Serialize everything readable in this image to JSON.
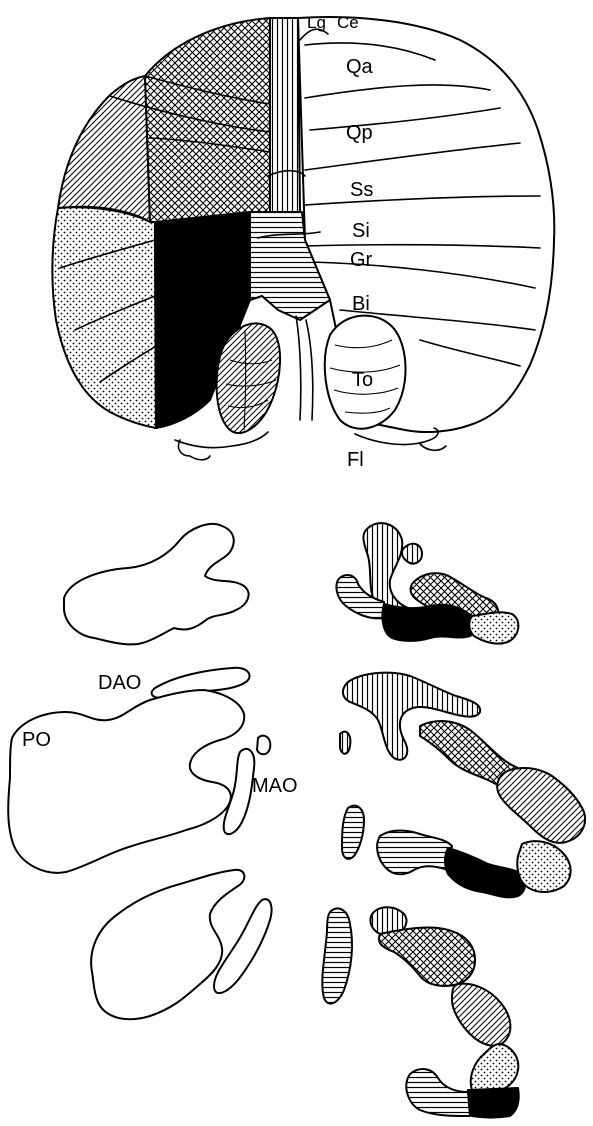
{
  "labels": {
    "lg": "Lg",
    "ce": "Ce",
    "qa": "Qa",
    "qp": "Qp",
    "ss": "Ss",
    "si": "Si",
    "gr": "Gr",
    "bi": "Bi",
    "to": "To",
    "fl": "Fl",
    "dao": "DAO",
    "po": "PO",
    "mao": "MAO"
  },
  "colors": {
    "ink": "#000000",
    "paper": "#ffffff"
  },
  "patterns": [
    "crosshatch",
    "vertical-lines",
    "horizontal-lines",
    "diagonal-lines",
    "stipple-dots",
    "solid-black"
  ]
}
